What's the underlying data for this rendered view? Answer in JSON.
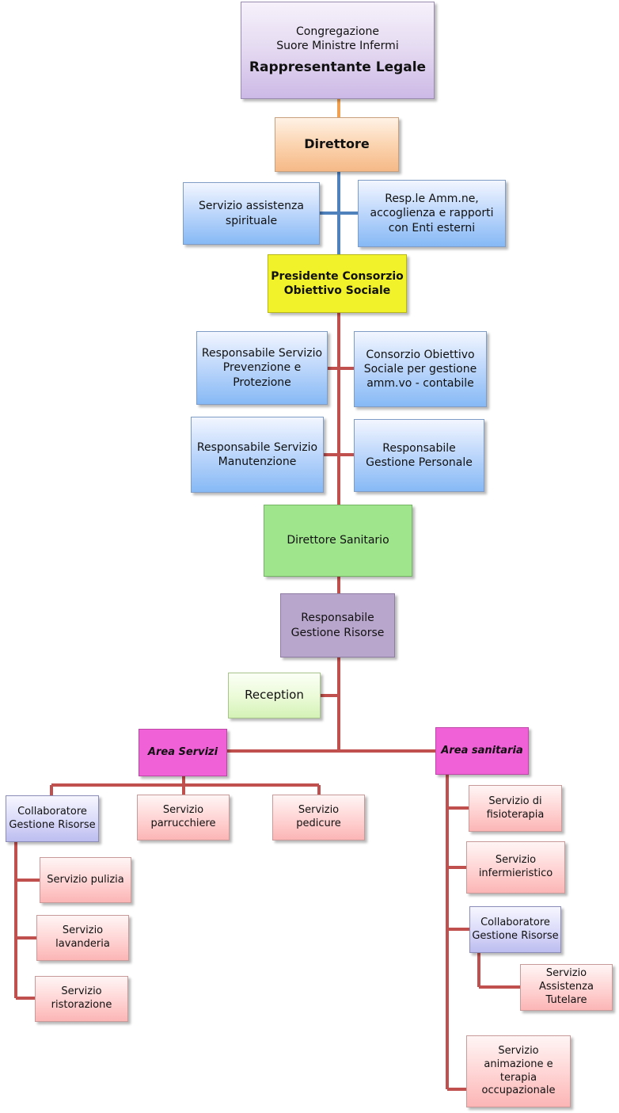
{
  "colors": {
    "line_top": "#f0a050",
    "line_blue": "#4f81bd",
    "line_red": "#c0504d"
  },
  "nodes": {
    "congregazione": {
      "line1": "Congregazione",
      "line2": "Suore Ministre Infermi",
      "line3": "Rappresentante Legale"
    },
    "direttore": {
      "label": "Direttore"
    },
    "assistenza_spirituale": {
      "line1": "Servizio assistenza",
      "line2": "spirituale"
    },
    "resp_amm": {
      "line1": "Resp.le Amm.ne,",
      "line2": "accoglienza e rapporti",
      "line3": "con Enti esterni"
    },
    "presidente": {
      "line1": "Presidente Consorzio",
      "line2": "Obiettivo Sociale"
    },
    "resp_prevenzione": {
      "line1": "Responsabile Servizio",
      "line2": "Prevenzione e",
      "line3": "Protezione"
    },
    "consorzio": {
      "line1": "Consorzio Obiettivo",
      "line2": "Sociale per gestione",
      "line3": "amm.vo - contabile"
    },
    "resp_manutenzione": {
      "line1": "Responsabile Servizio",
      "line2": "Manutenzione"
    },
    "resp_personale": {
      "line1": "Responsabile",
      "line2": "Gestione Personale"
    },
    "direttore_sanitario": {
      "label": "Direttore Sanitario"
    },
    "resp_risorse": {
      "line1": "Responsabile",
      "line2": "Gestione Risorse"
    },
    "reception": {
      "label": "Reception"
    },
    "area_servizi": {
      "label": "Area Servizi"
    },
    "area_sanitaria": {
      "label": "Area sanitaria"
    },
    "collab_left": {
      "line1": "Collaboratore",
      "line2": "Gestione Risorse"
    },
    "parrucchiere": {
      "line1": "Servizio",
      "line2": "parrucchiere"
    },
    "pedicure": {
      "line1": "Servizio",
      "line2": "pedicure"
    },
    "pulizia": {
      "label": "Servizio pulizia"
    },
    "lavanderia": {
      "line1": "Servizio",
      "line2": "lavanderia"
    },
    "ristorazione": {
      "line1": "Servizio",
      "line2": "ristorazione"
    },
    "fisioterapia": {
      "line1": "Servizio di",
      "line2": "fisioterapia"
    },
    "infermieristico": {
      "line1": "Servizio",
      "line2": "infermieristico"
    },
    "collab_right": {
      "line1": "Collaboratore",
      "line2": "Gestione Risorse"
    },
    "tutelare": {
      "line1": "Servizio",
      "line2": "Assistenza",
      "line3": "Tutelare"
    },
    "animazione": {
      "line1": "Servizio",
      "line2": "animazione e",
      "line3": "terapia",
      "line4": "occupazionale"
    }
  }
}
